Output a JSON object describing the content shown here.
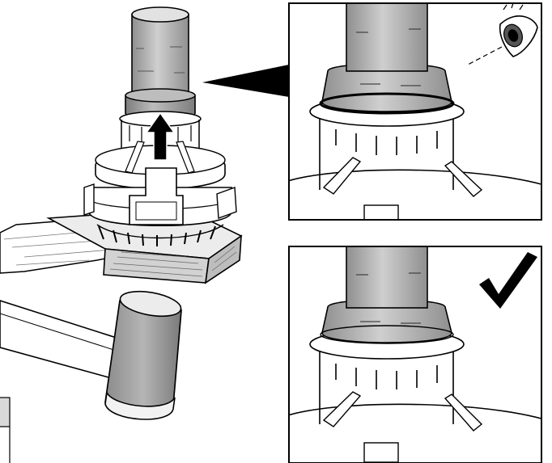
{
  "illustration": {
    "panels": [
      {
        "id": "main-scene",
        "shows": [
          "pipe",
          "coupling",
          "wooden-block",
          "mallet",
          "lift-arrow"
        ]
      },
      {
        "id": "detail-view-inspect",
        "shows": [
          "pipe-end",
          "seal-ring",
          "eye-icon"
        ]
      },
      {
        "id": "detail-view-correct",
        "shows": [
          "pipe-end",
          "seal-ring",
          "checkmark-icon"
        ]
      }
    ],
    "colors": {
      "line": "#000000",
      "paper": "#ffffff",
      "pipe_light": "#c6c6c6",
      "pipe_mid": "#a9a9a9",
      "pipe_dark": "#8a8a8a",
      "wood": "#dedede",
      "mallet_head": "#9a9a9a",
      "mallet_cap": "#eeeeee",
      "arrow": "#000000"
    }
  }
}
